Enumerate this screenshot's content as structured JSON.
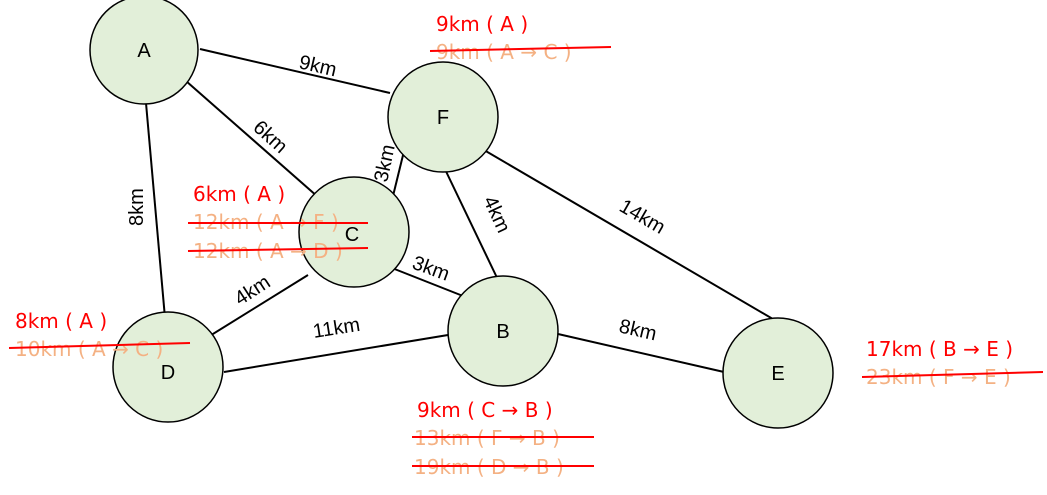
{
  "nodes": {
    "A": "A",
    "B": "B",
    "C": "C",
    "D": "D",
    "E": "E",
    "F": "F"
  },
  "edges": {
    "AF": "9km",
    "AC": "6km",
    "AD": "8km",
    "FC": "3km",
    "FB": "4km",
    "FE": "14km",
    "CB": "3km",
    "CD": "4km",
    "DB": "11km",
    "BE": "8km"
  },
  "annotations": {
    "F": {
      "best": "9km ( A )",
      "crossed": [
        "9km ( A → C )"
      ]
    },
    "C": {
      "best": "6km ( A )",
      "crossed": [
        "12km ( A → F )",
        "12km ( A → D )"
      ]
    },
    "D": {
      "best": "8km ( A )",
      "crossed": [
        "10km ( A → C )"
      ]
    },
    "B": {
      "best": "9km ( C → B )",
      "crossed": [
        "13km ( F → B )",
        "19km ( D → B )"
      ]
    },
    "E": {
      "best": "17km ( B → E )",
      "crossed": [
        "23km ( F → E )"
      ]
    }
  },
  "colors": {
    "node_fill": "#e2efd9",
    "best_route_text": "#ff0000",
    "crossed_text": "#f4b183",
    "strike_line": "#ff0000"
  }
}
